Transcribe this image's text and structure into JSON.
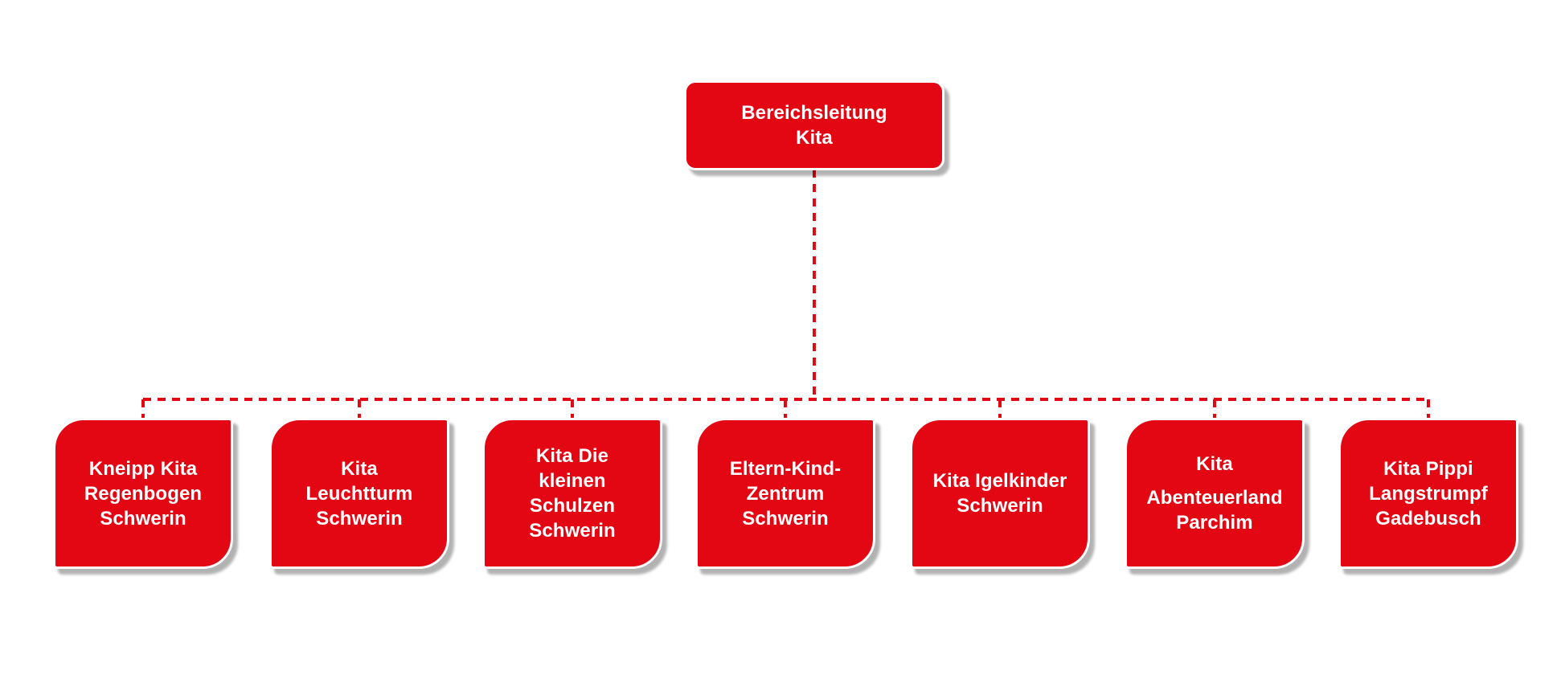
{
  "org_chart": {
    "colors": {
      "accent_red": "#E30613",
      "label_text": "#FFFFFF"
    },
    "connector_style": "dashed",
    "root": {
      "label": [
        "Bereichsleitung\nKita"
      ]
    },
    "children": [
      {
        "label": [
          "Kneipp Kita\nRegenbogen\nSchwerin"
        ]
      },
      {
        "label": [
          "Kita\nLeuchtturm\nSchwerin"
        ]
      },
      {
        "label": [
          "Kita Die\nkleinen\nSchulzen\nSchwerin"
        ]
      },
      {
        "label": [
          "Eltern-Kind-\nZentrum\nSchwerin"
        ]
      },
      {
        "label": [
          "Kita Igelkinder\nSchwerin"
        ]
      },
      {
        "label": [
          "Kita",
          "Abenteuerland\nParchim"
        ]
      },
      {
        "label": [
          "Kita Pippi\nLangstrumpf\nGadebusch"
        ]
      }
    ]
  }
}
